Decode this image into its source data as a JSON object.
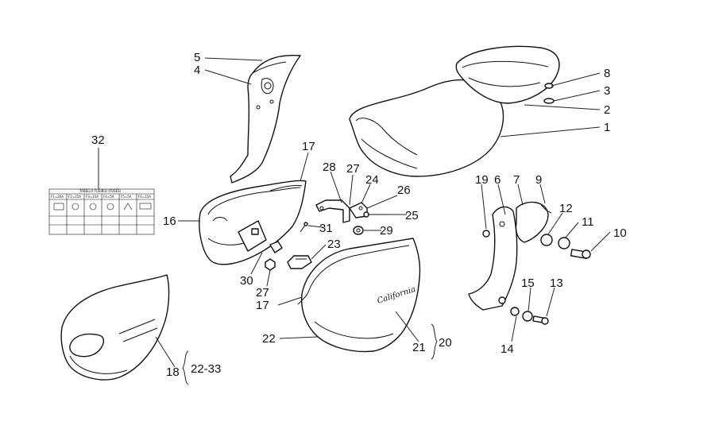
{
  "callouts": {
    "c1": "1",
    "c2": "2",
    "c3": "3",
    "c4": "4",
    "c5": "5",
    "c6": "6",
    "c7": "7",
    "c8": "8",
    "c9": "9",
    "c10": "10",
    "c11": "11",
    "c12": "12",
    "c13": "13",
    "c14": "14",
    "c15": "15",
    "c16": "16",
    "c17a": "17",
    "c17b": "17",
    "c18": "18",
    "c19": "19",
    "c20": "20",
    "c21": "21",
    "c22": "22",
    "c23": "23",
    "c24": "24",
    "c25": "25",
    "c26": "26",
    "c27a": "27",
    "c27b": "27",
    "c28": "28",
    "c29": "29",
    "c30": "30",
    "c31": "31",
    "c32": "32",
    "c22_33": "22-33"
  },
  "fuse_label": {
    "title": "TABELLA FUSIBILI  (FUSES)",
    "cols": [
      "F1=20A",
      "F2=15A",
      "F3=15A",
      "F4=5A",
      "F5=5A",
      "F6=15A"
    ]
  },
  "cover_badge": "California"
}
